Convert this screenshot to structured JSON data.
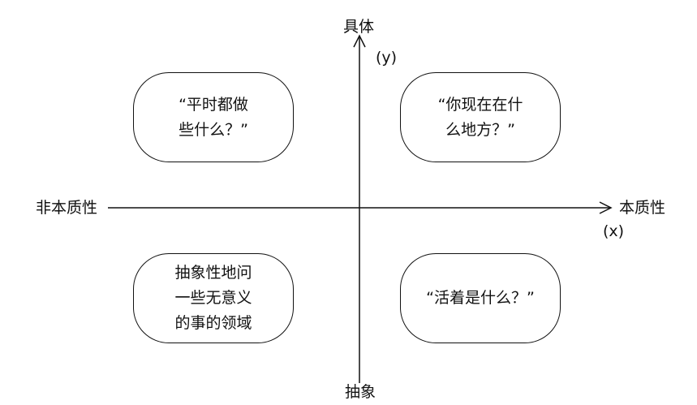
{
  "axes": {
    "y_top_label": "具体",
    "y_bottom_label": "抽象",
    "y_var": "(y)",
    "x_left_label": "非本质性",
    "x_right_label": "本质性",
    "x_var": "(x)"
  },
  "quadrants": {
    "top_left": [
      "“平时都做",
      "些什么？”"
    ],
    "top_right": [
      "“你现在在什",
      "么地方？”"
    ],
    "bottom_left": [
      "抽象性地问",
      "一些无意义",
      "的事的领域"
    ],
    "bottom_right": [
      "“活着是什么？”"
    ]
  }
}
